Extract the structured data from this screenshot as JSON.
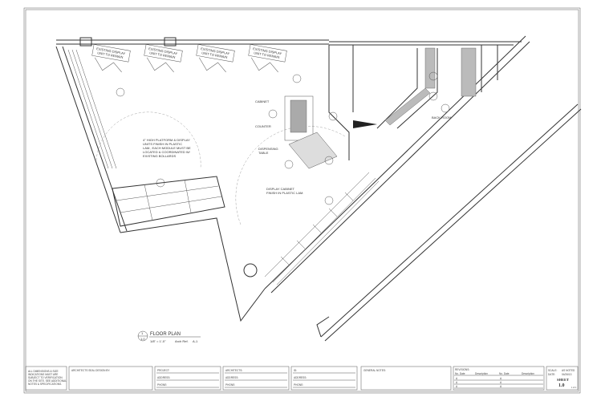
{
  "drawing": {
    "existing_units": [
      "EXISTING DISPLAY",
      "UNIT TO REMAIN"
    ],
    "platform_note": [
      "4\" HIGH PLATFORM & DISPLAY",
      "UNITS FINISH IN PLASTIC",
      "LAM., EACH MODULE MUST BE",
      "LOCATED & COORDINATED W/",
      "EXISTING BOLLARDS"
    ],
    "cabinet_note": [
      "DISPLAY CABINET",
      "FINISH IN PLASTIC LAM."
    ],
    "cabinet_label": "CABINET",
    "counter_label": "COUNTER",
    "dispensing_table": [
      "DISPENSING",
      "TABLE"
    ],
    "back_room": "BACK ROOM",
    "view_title": "FLOOR PLAN",
    "view_number": "1",
    "view_sheet": "1.0",
    "view_scale": "1/8\" = 1'-0\"",
    "arch_ref_label": "Arch Ref.",
    "arch_ref": "A-1"
  },
  "title_block": {
    "notes": [
      "ALL DIMENSIONS & SIZE",
      "INDICATIONS MUST ARE",
      "SUBJECT TO VERIFICATION",
      "ON THE SITE. SEE ADDITIONAL",
      "NOTES & SPECIFICATIONS."
    ],
    "seal": "ARCHITECTS SEAL DESIGN BY:",
    "project": {
      "title": "PROJECT:",
      "address": "ADDRESS:",
      "phone": "PHONE:"
    },
    "architects": {
      "title": "ARCHITECTS:",
      "address": "ADDRESS:",
      "phone": "PHONE:"
    },
    "id": {
      "title": "ID:",
      "address": "ADDRESS:",
      "phone": "PHONE:"
    },
    "general_notes": "GENERAL NOTES:",
    "revisions": {
      "title": "REVISIONS:",
      "col_no_date": "No. Date",
      "col_description": "Description",
      "marks": [
        "A",
        "A",
        "A"
      ]
    },
    "scale_label": "SCALE:",
    "scale_value": "AS NOTED",
    "date_label": "DATE:",
    "date_value": "04/26/13",
    "sheet_label": "SHEET",
    "sheet_number": "1.0",
    "sheet_count": "1 of 1"
  }
}
